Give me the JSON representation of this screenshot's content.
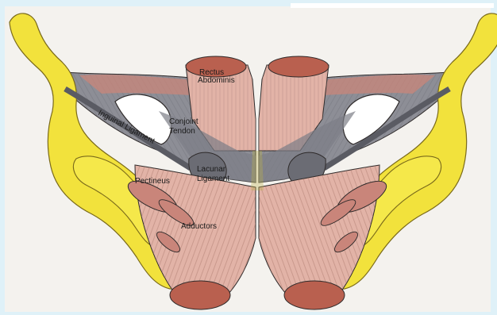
{
  "diagram": {
    "labels": {
      "rectus_line1": "Rectus",
      "rectus_line2": "Abdominis",
      "conjoint_line1": "Conjoint",
      "conjoint_line2": "Tendon",
      "inguinal": "Inguinal Ligament",
      "lacunar_line1": "Lacunar",
      "lacunar_line2": "Ligament",
      "pectineus": "Pectineus",
      "adductors": "Adductors"
    },
    "colors": {
      "background": "#dff1f8",
      "paper": "#f4f2ee",
      "bone": "#f2e23c",
      "bone_outline": "#7a6a1a",
      "ligament": "#8d8e96",
      "muscle": "#e2b3a7",
      "muscle_dark": "#b9604f",
      "outline": "#2e2a2a"
    }
  }
}
